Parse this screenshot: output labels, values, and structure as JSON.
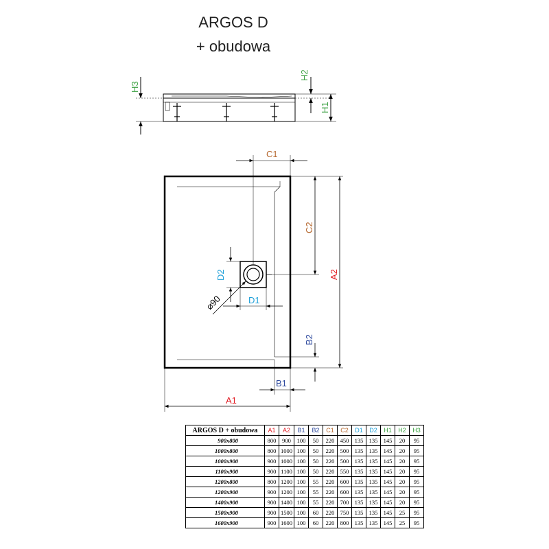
{
  "title_line1": "ARGOS D",
  "title_line2": "+ obudowa",
  "dims": {
    "H1": "H1",
    "H2": "H2",
    "H3": "H3",
    "C1": "C1",
    "C2": "C2",
    "A1": "A1",
    "A2": "A2",
    "B1": "B1",
    "B2": "B2",
    "D1": "D1",
    "D2": "D2",
    "drain": "⌀90"
  },
  "colors": {
    "A": "#e11d24",
    "B": "#2e4a9e",
    "C": "#b5672e",
    "D": "#1e9fd8",
    "H": "#3aa040"
  },
  "table": {
    "model_header": "ARGOS D + obudowa",
    "columns": [
      "A1",
      "A2",
      "B1",
      "B2",
      "C1",
      "C2",
      "D1",
      "D2",
      "H1",
      "H2",
      "H3"
    ],
    "rows": [
      {
        "model": "900x800",
        "values": [
          "800",
          "900",
          "100",
          "50",
          "220",
          "450",
          "135",
          "135",
          "145",
          "20",
          "95"
        ]
      },
      {
        "model": "1000x800",
        "values": [
          "800",
          "1000",
          "100",
          "50",
          "220",
          "500",
          "135",
          "135",
          "145",
          "20",
          "95"
        ]
      },
      {
        "model": "1000x900",
        "values": [
          "900",
          "1000",
          "100",
          "50",
          "220",
          "500",
          "135",
          "135",
          "145",
          "20",
          "95"
        ]
      },
      {
        "model": "1100x900",
        "values": [
          "900",
          "1100",
          "100",
          "50",
          "220",
          "550",
          "135",
          "135",
          "145",
          "20",
          "95"
        ]
      },
      {
        "model": "1200x800",
        "values": [
          "800",
          "1200",
          "100",
          "55",
          "220",
          "600",
          "135",
          "135",
          "145",
          "20",
          "95"
        ]
      },
      {
        "model": "1200x900",
        "values": [
          "900",
          "1200",
          "100",
          "55",
          "220",
          "600",
          "135",
          "135",
          "145",
          "20",
          "95"
        ]
      },
      {
        "model": "1400x900",
        "values": [
          "900",
          "1400",
          "100",
          "55",
          "220",
          "700",
          "135",
          "135",
          "145",
          "20",
          "95"
        ]
      },
      {
        "model": "1500x900",
        "values": [
          "900",
          "1500",
          "100",
          "60",
          "220",
          "750",
          "135",
          "135",
          "145",
          "25",
          "95"
        ]
      },
      {
        "model": "1600x900",
        "values": [
          "900",
          "1600",
          "100",
          "60",
          "220",
          "800",
          "135",
          "135",
          "145",
          "25",
          "95"
        ]
      }
    ]
  }
}
